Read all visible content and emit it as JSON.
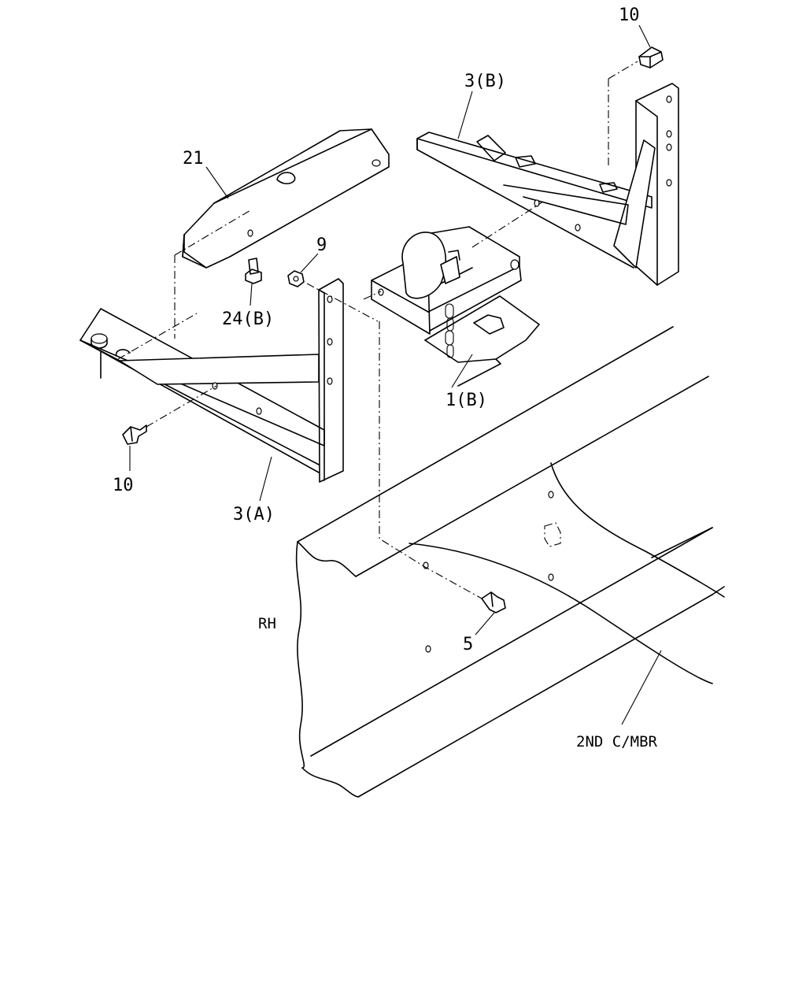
{
  "diagram": {
    "callouts": {
      "bolt_top": "10",
      "bracket_b": "3(B)",
      "cover": "21",
      "nut": "9",
      "cover_bolt": "24(B)",
      "winch": "1(B)",
      "bolt_left": "10",
      "bracket_a": "3(A)",
      "frame_bolt": "5"
    },
    "side_label": "RH",
    "member_label": "2ND C/MBR"
  }
}
